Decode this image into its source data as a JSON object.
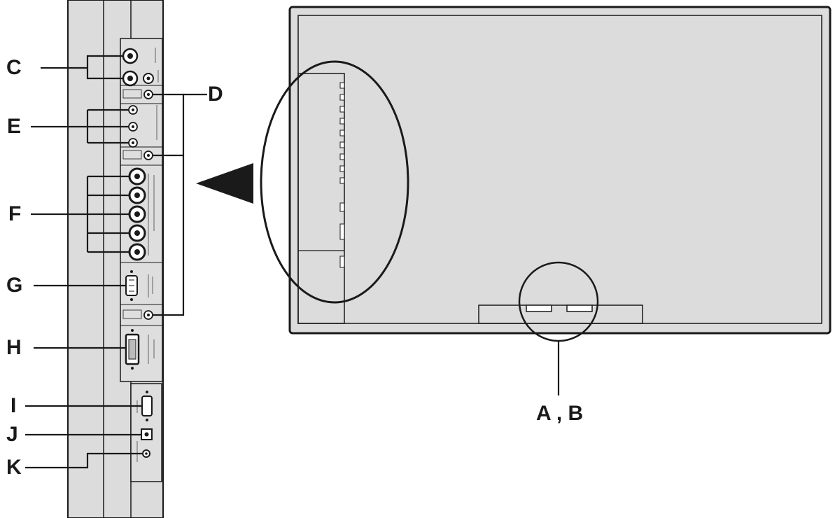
{
  "callouts": {
    "c": "C",
    "d": "D",
    "e": "E",
    "f": "F",
    "g": "G",
    "h": "H",
    "i": "I",
    "j": "J",
    "k": "K",
    "ab": "A , B"
  },
  "colors": {
    "panel": "#dcdcdc",
    "line": "#1a1a1a",
    "background": "#ffffff"
  }
}
